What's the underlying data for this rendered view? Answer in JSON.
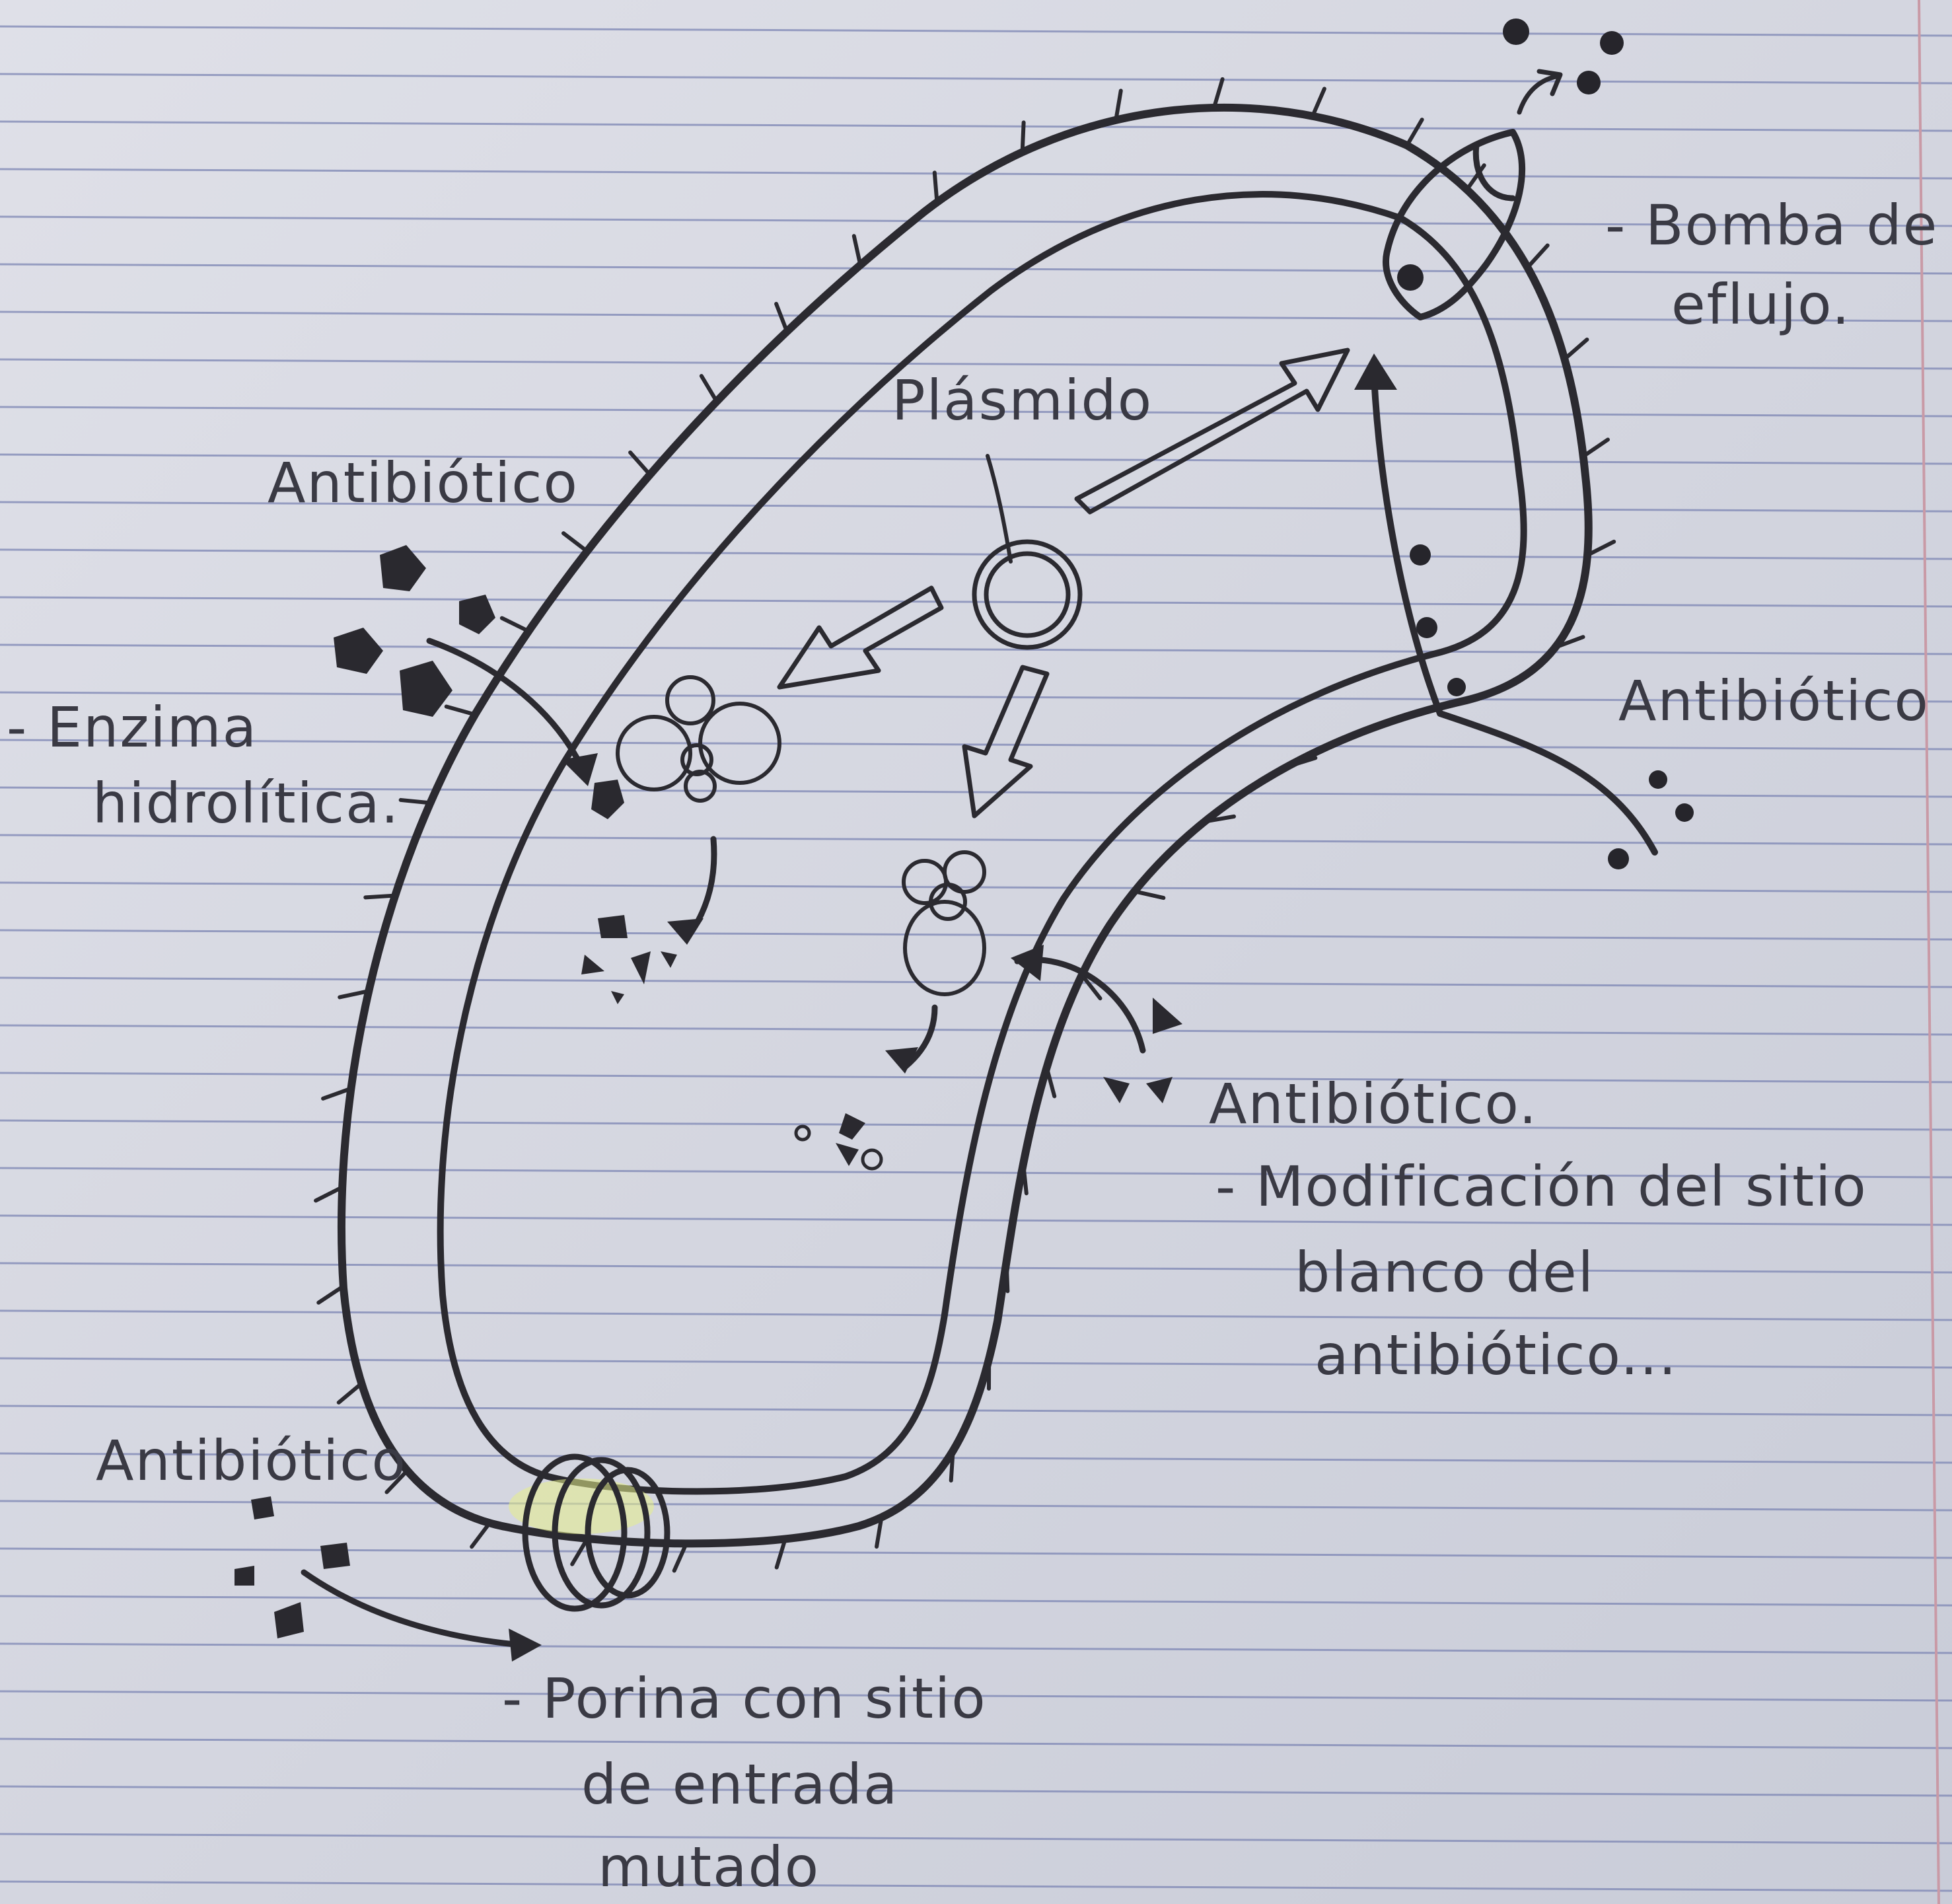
{
  "labels": {
    "plasmid": "Plásmido",
    "antibiotic_topleft": "Antibiótico",
    "enzyme_1": "- Enzima",
    "enzyme_2": "hidrolítica.",
    "efflux_1": "- Bomba de",
    "efflux_2": "eflujo.",
    "antibiotic_right": "Antibiótico",
    "antibiotic_mid": "Antibiótico.",
    "target_mod_1": "- Modificación del sitio",
    "target_mod_2": "blanco del",
    "target_mod_3": "antibiótico...",
    "antibiotic_bottom": "Antibiótico",
    "porin_1": "- Porina con sitio",
    "porin_2": "de entrada",
    "porin_3": "mutado"
  },
  "colors": {
    "paper": "#d8d9e2",
    "rule_line": "#7d86b4",
    "margin_line": "#c99aa6",
    "ink": "#2b2a30",
    "highlight": "#e6ef8a"
  },
  "icons": {
    "plasmid": "double-circle",
    "antibiotic": "dark-pentagon",
    "efflux_pump": "pump-shape",
    "porin": "striped-oval",
    "ribosome": "cluster-circles"
  }
}
